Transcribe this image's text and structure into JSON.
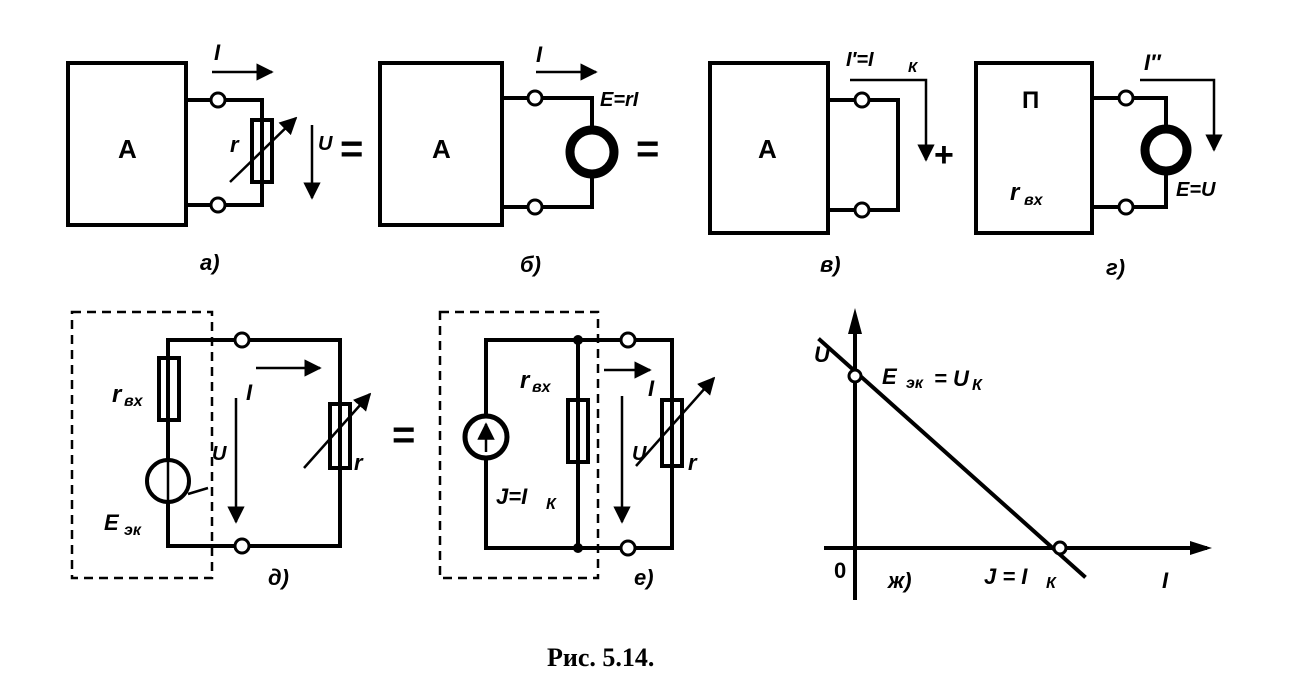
{
  "labels": {
    "block_a": "A",
    "block_p": "П",
    "current_i": "I",
    "current_i_prime": "I′=I",
    "current_i_prime_sub": "К",
    "current_i_dprime": "I″",
    "resistor_r": "r",
    "voltage_u": "U",
    "equals": "=",
    "plus": "+",
    "source_e_ri": "E=rI",
    "source_e_u": "E=U",
    "r_in": "r",
    "r_in_sub": "вх",
    "e_ek": "E",
    "e_ek_sub": "эк",
    "j_ik": "J=I",
    "j_ik_sub": "К",
    "axis_u": "U",
    "axis_i": "I",
    "origin": "0",
    "graph_e_label": "E",
    "graph_e_sub": "эк",
    "graph_e_eq": "= U",
    "graph_e_eq_sub": "К",
    "graph_j_label": "J = I",
    "graph_j_sub": "К"
  },
  "sublabels": {
    "a": "а)",
    "b": "б)",
    "v": "в)",
    "g": "г)",
    "d": "д)",
    "e": "е)",
    "zh": "ж)"
  },
  "caption": "Рис. 5.14."
}
